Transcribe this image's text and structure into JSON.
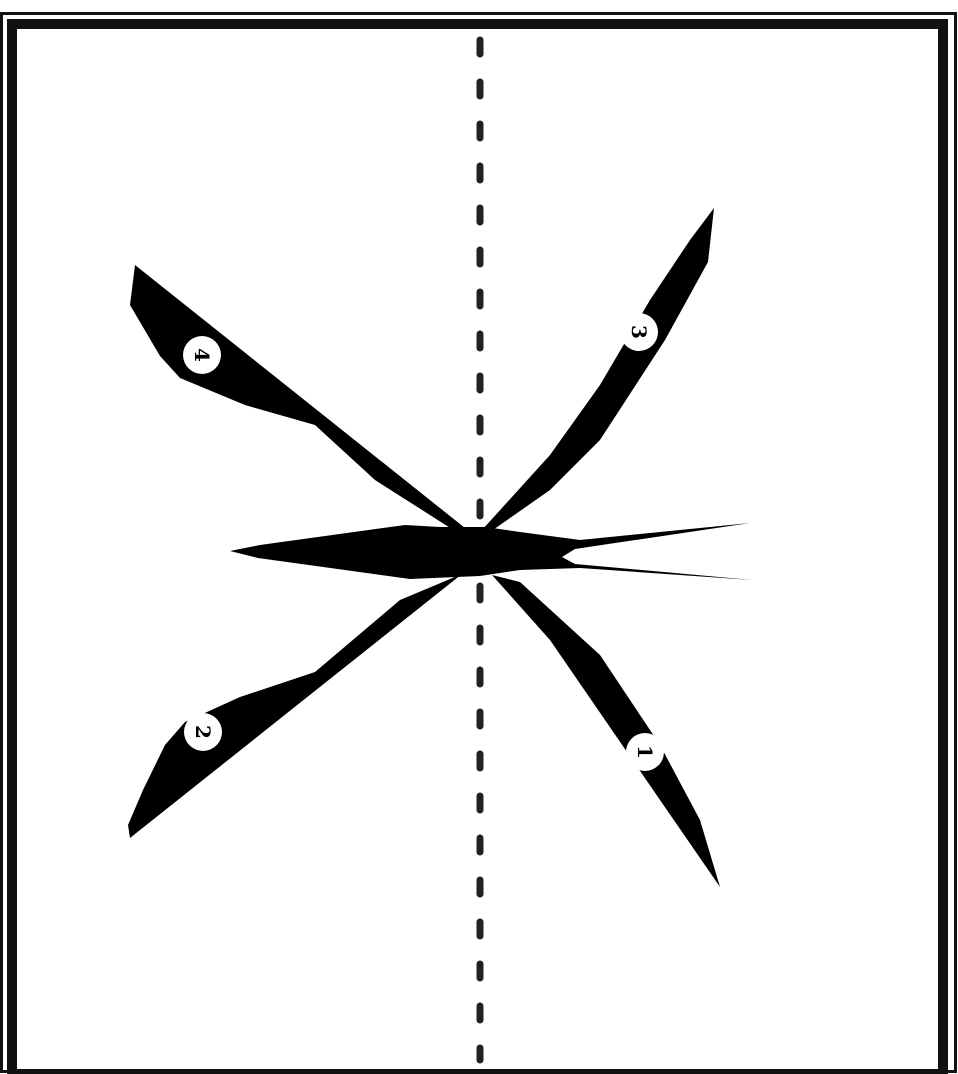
{
  "colors": {
    "background": "#ffffff",
    "ink": "#000000",
    "frame": "#111111",
    "dash": "#222222",
    "badge_fill": "#ffffff"
  },
  "labels": {
    "leg_1": "1",
    "leg_2": "2",
    "leg_3": "3",
    "leg_4": "4"
  }
}
